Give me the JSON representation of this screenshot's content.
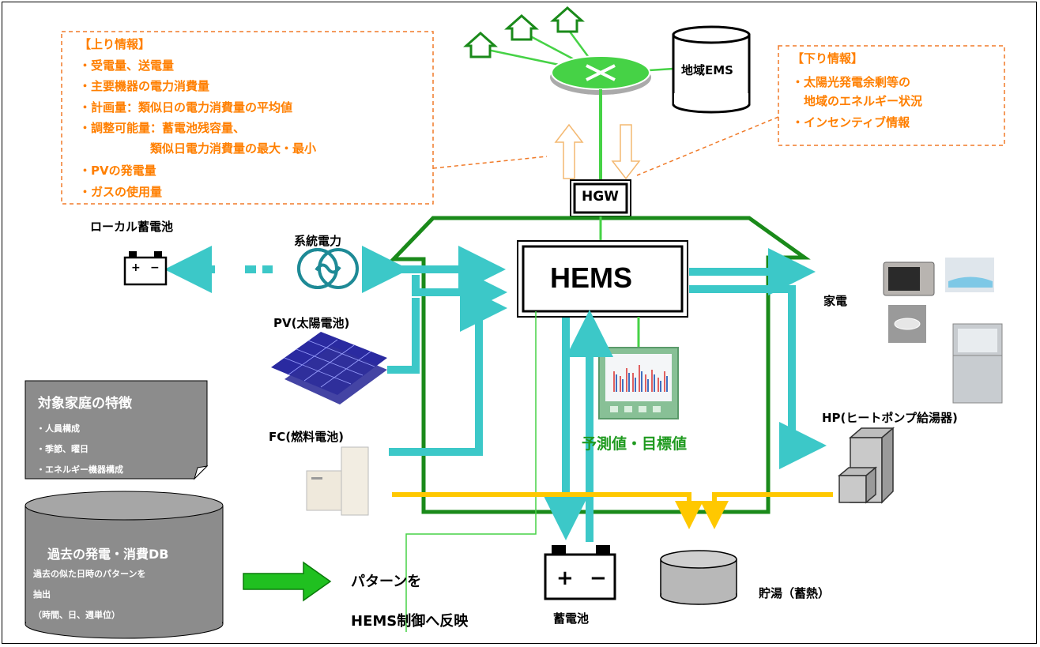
{
  "upward": {
    "title": "【上り情報】",
    "items": [
      "・受電量、送電量",
      "・主要機器の電力消費量",
      "・計画量：類似日の電力消費量の平均値",
      "・調整可能量：蓄電池残容量、",
      "　　　　　　類似日電力消費量の最大・最小",
      "・PVの発電量",
      "・ガスの使用量"
    ]
  },
  "downward": {
    "title": "【下り情報】",
    "items": [
      "・太陽光発電余剰等の",
      "　地域のエネルギー状況",
      "・インセンティブ情報"
    ]
  },
  "labels": {
    "regional_ems": "地域EMS",
    "hgw": "HGW",
    "hems": "HEMS",
    "local_battery": "ローカル蓄電池",
    "grid_power": "系統電力",
    "pv": "PV(太陽電池)",
    "fc": "FC(燃料電池)",
    "appliances": "家電",
    "hp": "HP(ヒートポンプ給湯器)",
    "forecast_target": "予測値・目標値",
    "battery": "蓄電池",
    "hot_water_storage": "貯湯（蓄熱）",
    "pattern_line1": "パターンを",
    "pattern_line2": "HEMS制御へ反映"
  },
  "household_features": {
    "title": "対象家庭の特徴",
    "items": [
      "・人員構成",
      "・季節、曜日",
      "・エネルギー機器構成"
    ]
  },
  "past_db": {
    "title": "過去の発電・消費DB",
    "lines": [
      "過去の似た日時のパターンを",
      "抽出",
      "（時間、日、週単位）"
    ]
  },
  "colors": {
    "orange_text": "#ff7f00",
    "cyan_arrow": "#3cc8c8",
    "house_green": "#1a8a1a",
    "network_green": "#46d246",
    "hot_water_yellow": "#ffc800",
    "gray_box": "#8c8c8c"
  }
}
